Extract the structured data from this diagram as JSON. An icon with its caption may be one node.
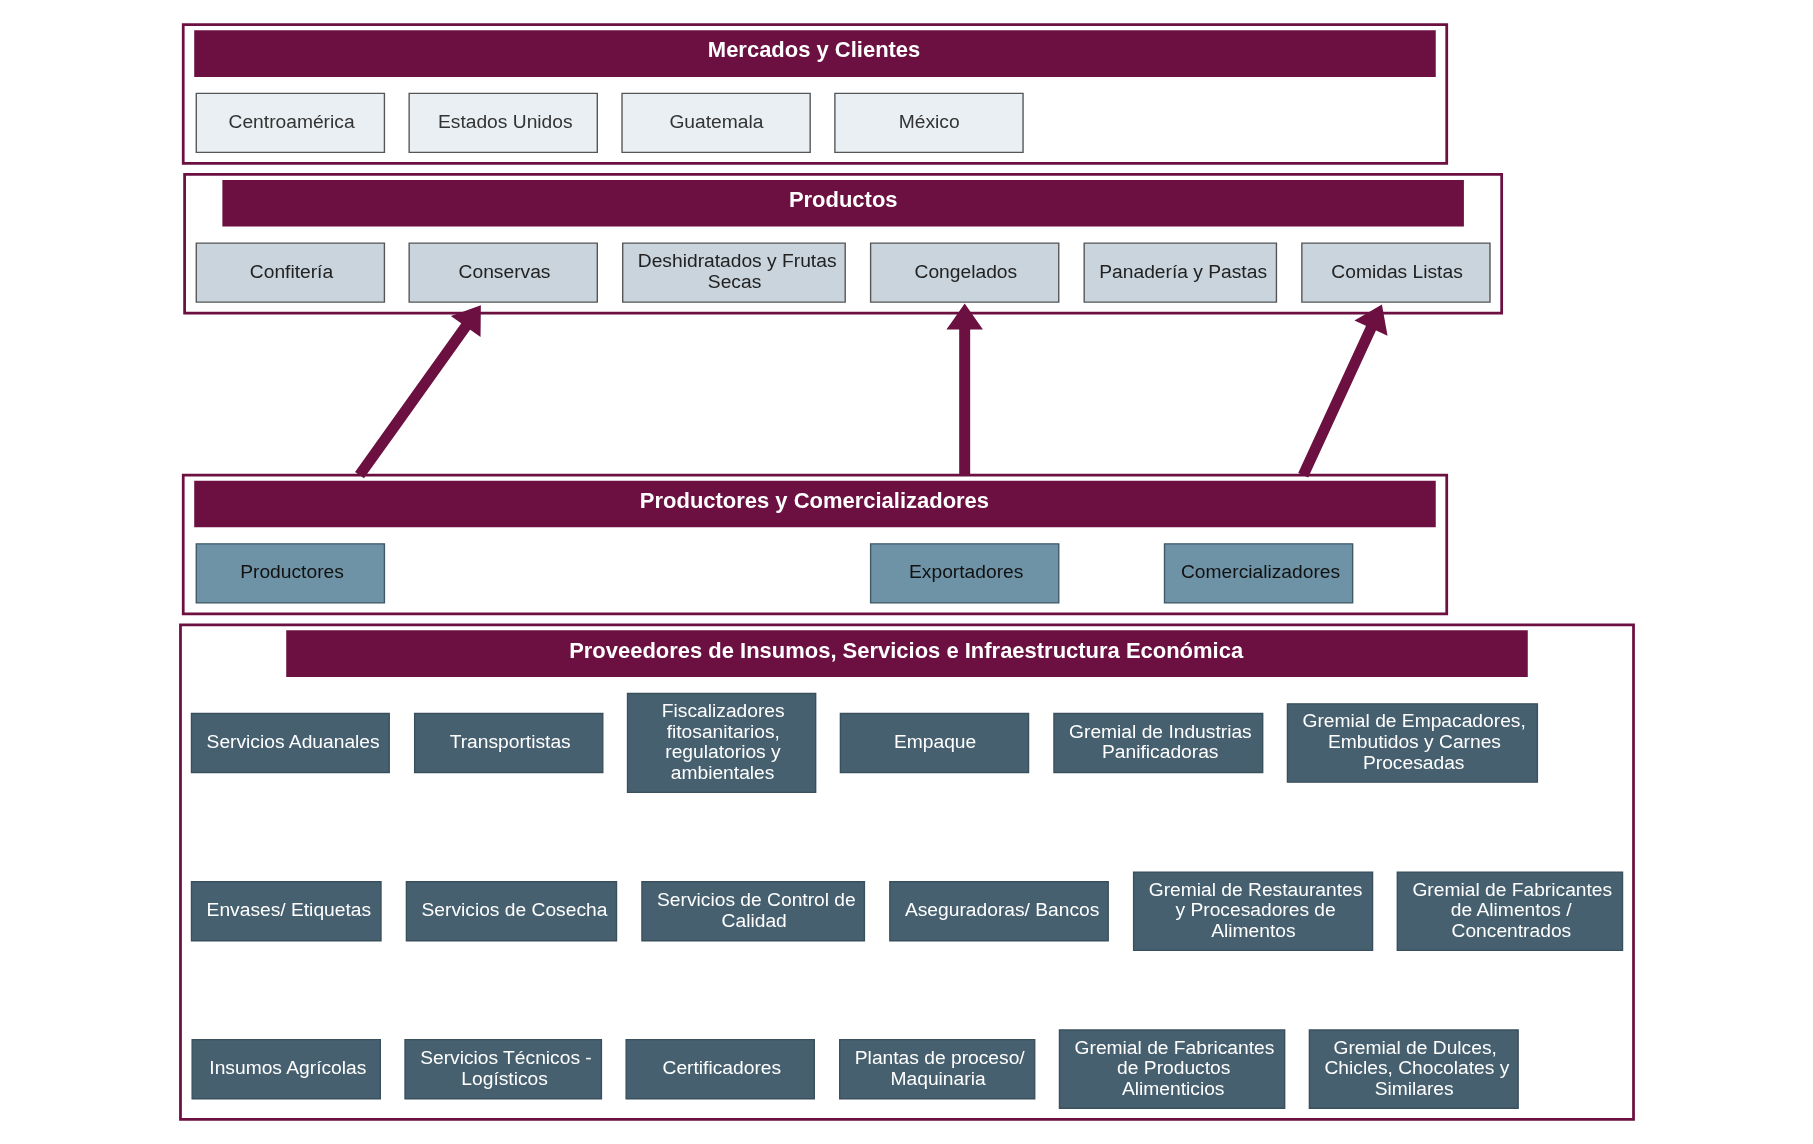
{
  "diagram": {
    "nodes": [
      {
        "text": [
          "Mercados y Clientes"
        ]
      },
      {
        "text": [
          "Centroamérica"
        ],
        "in": 0
      },
      {
        "text": [
          "Estados Unidos"
        ],
        "in": 0
      },
      {
        "text": [
          "Guatemala"
        ],
        "in": 0
      },
      {
        "text": [
          "México"
        ],
        "in": 0
      },
      {
        "text": [
          "Productos"
        ]
      },
      {
        "text": [
          "Confitería"
        ],
        "in": 5
      },
      {
        "text": [
          "Conservas"
        ],
        "in": 5
      },
      {
        "text": [
          "Deshidratados y Frutas Secas"
        ],
        "in": 5
      },
      {
        "text": [
          "Congelados"
        ],
        "in": 5
      },
      {
        "text": [
          "Panadería y Pastas"
        ],
        "in": 5
      },
      {
        "text": [
          "Comidas Listas"
        ],
        "in": 5
      },
      {
        "text": [
          "Productores y Comercializadores"
        ]
      },
      {
        "text": [
          "Productores"
        ],
        "in": 12
      },
      {
        "text": [
          "Exportadores"
        ],
        "in": 12
      },
      {
        "text": [
          "Comercializadores"
        ],
        "in": 12
      },
      {
        "text": [
          "Proveedores de Insumos, Servicios e Infraestructura Económica"
        ]
      },
      {
        "text": [
          "Servicios Aduanales"
        ],
        "in": 16
      },
      {
        "text": [
          "Transportistas"
        ],
        "in": 16
      },
      {
        "text": [
          "Fiscalizadores fitosanitarios, regulatorios y ambientales"
        ],
        "in": 16
      },
      {
        "text": [
          "Empaque"
        ],
        "in": 16
      },
      {
        "text": [
          "Gremial de Industrias Panificadoras"
        ],
        "in": 16
      },
      {
        "text": [
          "Gremial de Empacadores, Embutidos y Carnes Procesadas"
        ],
        "in": 16
      },
      {
        "text": [
          "Envases/ Etiquetas"
        ],
        "in": 16
      },
      {
        "text": [
          "Servicios de Cosecha"
        ],
        "in": 16
      },
      {
        "text": [
          "Servicios de Control de Calidad"
        ],
        "in": 16
      },
      {
        "text": [
          "Aseguradoras/ Bancos"
        ],
        "in": 16
      },
      {
        "text": [
          "Gremial de Restaurantes y Procesadores de Alimentos"
        ],
        "in": 16
      },
      {
        "text": [
          "Gremial de Fabricantes de Alimentos / Concentrados"
        ],
        "in": 16
      },
      {
        "text": [
          "Insumos Agrícolas"
        ],
        "in": 16
      },
      {
        "text": [
          "Servicios Técnicos - Logísticos"
        ],
        "in": 16
      },
      {
        "text": [
          "Certificadores"
        ],
        "in": 16
      },
      {
        "text": [
          "Plantas de proceso/ Maquinaria"
        ],
        "in": 16
      },
      {
        "text": [
          "Gremial de Fabricantes de Productos Alimenticios"
        ],
        "in": 16
      },
      {
        "text": [
          "Gremial de Dulces, Chicles, Chocolates y Similares"
        ],
        "in": 16
      }
    ],
    "edges": [
      {
        "from": 12,
        "to": 5,
        "arrow": "to"
      },
      {
        "from": 12,
        "to": 5,
        "arrow": "to"
      },
      {
        "from": 12,
        "to": 5,
        "arrow": "to"
      }
    ]
  }
}
